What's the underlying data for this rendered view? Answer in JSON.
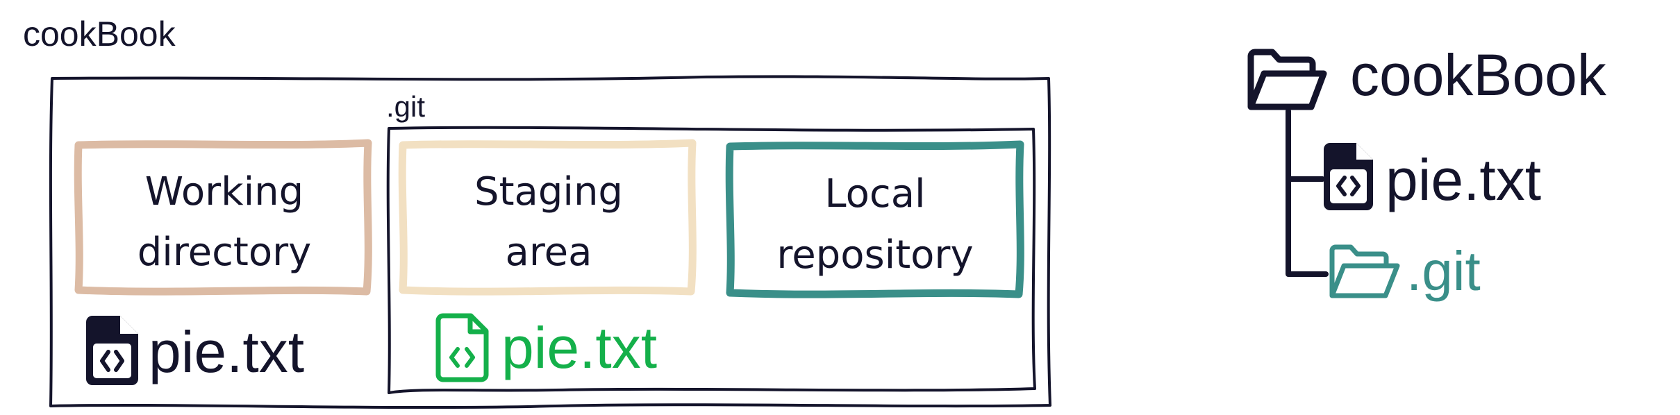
{
  "left_panel": {
    "folder_label": "cookBook",
    "git_label": ".git",
    "areas": [
      {
        "line1": "Working",
        "line2": "directory",
        "color": "#dcbba4"
      },
      {
        "line1": "Staging",
        "line2": "area",
        "color": "#f2e0c2"
      },
      {
        "line1": "Local",
        "line2": "repository",
        "color": "#3a8f89"
      }
    ],
    "working_file": {
      "name": "pie.txt",
      "color": "#14142b",
      "icon": "code-file-icon"
    },
    "staged_file": {
      "name": "pie.txt",
      "color": "#14b04a",
      "icon": "code-file-icon"
    }
  },
  "tree": {
    "root": {
      "name": "cookBook",
      "color": "#14142b",
      "icon": "open-folder-icon"
    },
    "children": [
      {
        "name": "pie.txt",
        "color": "#14142b",
        "icon": "code-file-icon"
      },
      {
        "name": ".git",
        "color": "#3a8f89",
        "icon": "open-folder-icon"
      }
    ]
  }
}
